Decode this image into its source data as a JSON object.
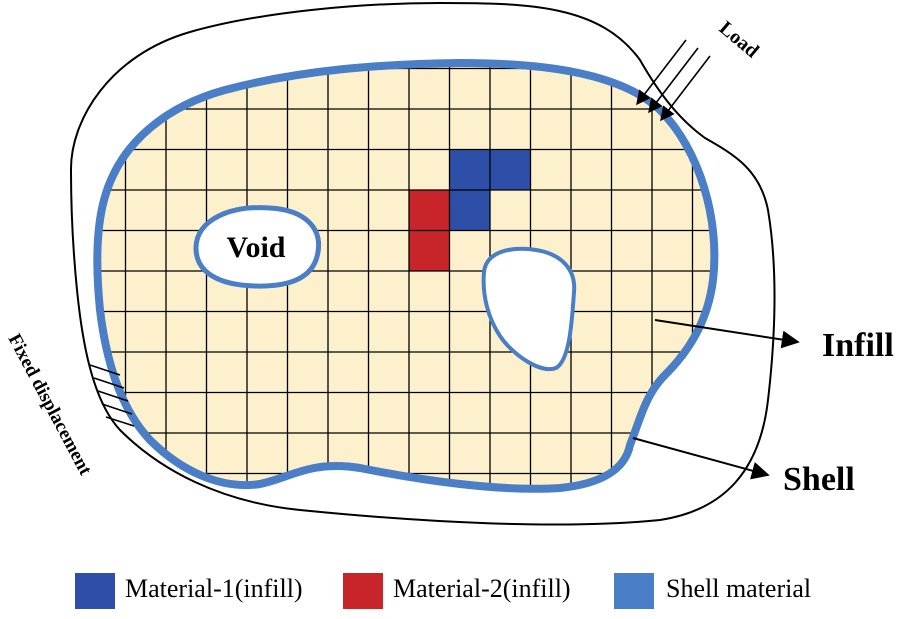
{
  "labels": {
    "load": "Load",
    "void": "Void",
    "infill": "Infill",
    "shell": "Shell",
    "fixed": "Fixed displacement"
  },
  "legend": [
    {
      "label": "Material-1(infill)",
      "color": "#2e4fa8"
    },
    {
      "label": "Material-2(infill)",
      "color": "#c8252b"
    },
    {
      "label": "Shell material",
      "color": "#4a7ec7"
    }
  ],
  "colors": {
    "infill_fill": "#fdf0cc",
    "shell_stroke": "#4a7ec7",
    "grid_line": "#000000",
    "material_1": "#2e4fa8",
    "material_2": "#c8252b"
  },
  "grid": {
    "material_1_cells": [
      [
        11,
        3
      ],
      [
        12,
        3
      ],
      [
        11,
        4
      ]
    ],
    "material_2_cells": [
      [
        10,
        4
      ],
      [
        10,
        5
      ]
    ]
  }
}
